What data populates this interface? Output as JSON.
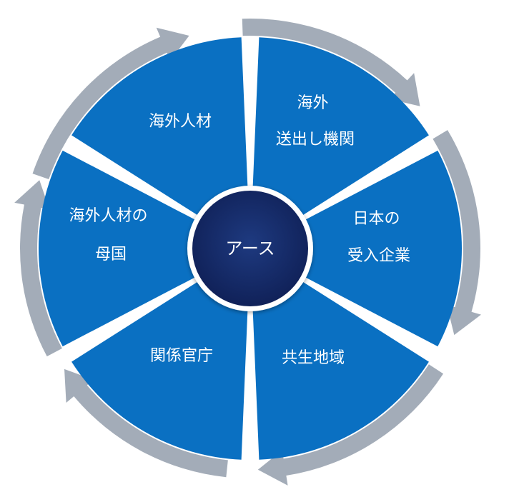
{
  "center": {
    "label": "アース"
  },
  "segments": [
    {
      "id": "overseas-talent",
      "lines": [
        "海外人材"
      ]
    },
    {
      "id": "sending-organization",
      "lines": [
        "海外",
        "送出し機関"
      ]
    },
    {
      "id": "japanese-company",
      "lines": [
        "日本の",
        "受入企業"
      ]
    },
    {
      "id": "community",
      "lines": [
        "共生地域"
      ]
    },
    {
      "id": "government",
      "lines": [
        "関係官庁"
      ]
    },
    {
      "id": "home-country",
      "lines": [
        "海外人材の",
        "母国"
      ]
    }
  ],
  "colors": {
    "segment_fill": "#0a70c2",
    "segment_divider": "#ffffff",
    "center_fill_inner": "#1e3a80",
    "center_fill_outer": "#0f1f55",
    "center_border": "#ffffff",
    "arrow_ring": "#a3acb8"
  }
}
